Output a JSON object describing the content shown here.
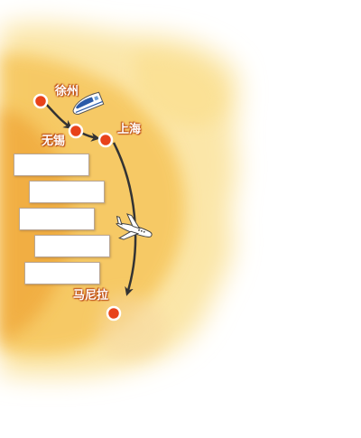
{
  "cities": {
    "xuzhou": "徐州",
    "wuxi": "无锡",
    "shanghai": "上海",
    "manila": "马尼拉"
  },
  "colors": {
    "city_dot": "#e8421a",
    "route": "#333333",
    "wash_dark": "#f3b43c",
    "wash_light": "#fbe3a2"
  },
  "icons": {
    "train": "high-speed-train-icon",
    "plane": "airplane-icon"
  },
  "answer_boxes": [
    {
      "text": ""
    },
    {
      "text": ""
    },
    {
      "text": ""
    },
    {
      "text": ""
    },
    {
      "text": ""
    }
  ]
}
